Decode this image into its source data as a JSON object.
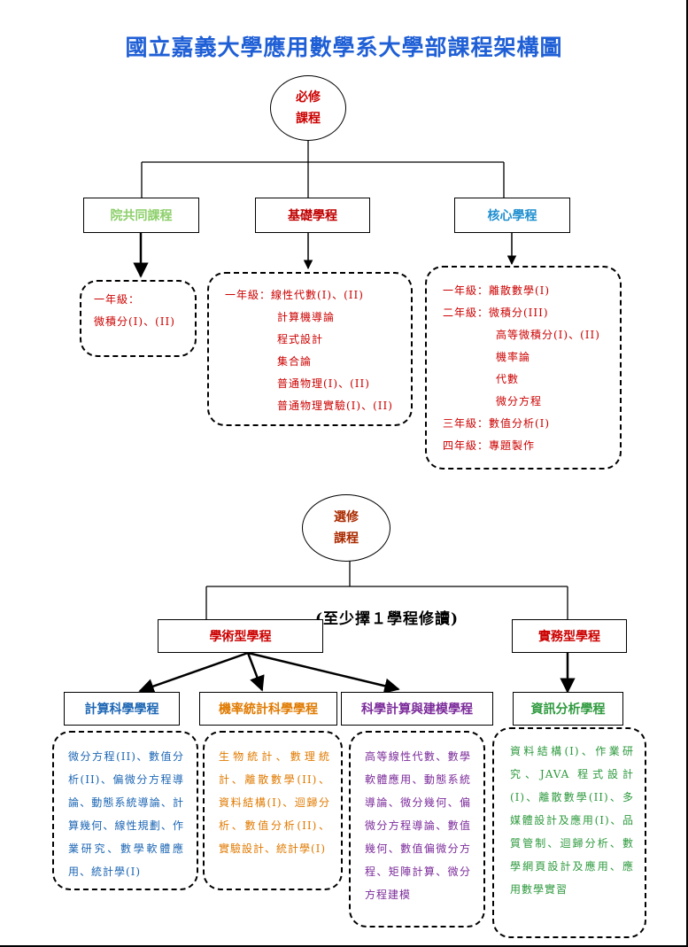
{
  "title": "國立嘉義大學應用數學系大學部課程架構圖",
  "colors": {
    "title": "#1f5fd6",
    "required": "#cc0000",
    "base_box": "#8ccf6a",
    "foundation": "#c00000",
    "core": "#1f8fd0",
    "elective": "#aa2a00",
    "comp": "#1c66b4",
    "stat": "#e07a00",
    "model": "#7b2a9a",
    "info": "#2e9a3e"
  },
  "required": {
    "node": [
      "必修",
      "課程"
    ],
    "branches": [
      {
        "label": "院共同課程",
        "rows": [
          {
            "text": "一年級："
          },
          {
            "text": "微積分(I)、(II)"
          }
        ]
      },
      {
        "label": "基礎學程",
        "rows": [
          {
            "text": "一年級：線性代數(I)、(II)"
          },
          {
            "text": "計算機導論",
            "indent": true
          },
          {
            "text": "程式設計",
            "indent": true
          },
          {
            "text": "集合論",
            "indent": true
          },
          {
            "text": "普通物理(I)、(II)",
            "indent": true
          },
          {
            "text": "普通物理實驗(I)、(II)",
            "indent": true
          }
        ]
      },
      {
        "label": "核心學程",
        "rows": [
          {
            "text": "一年級：離散數學(I)"
          },
          {
            "text": "二年級：微積分(III)"
          },
          {
            "text": "高等微積分(I)、(II)",
            "indent": true
          },
          {
            "text": "機率論",
            "indent": true
          },
          {
            "text": "代數",
            "indent": true
          },
          {
            "text": "微分方程",
            "indent": true
          },
          {
            "text": "三年級：數值分析(I)"
          },
          {
            "text": "四年級：專題製作"
          }
        ]
      }
    ]
  },
  "elective": {
    "node": [
      "選修",
      "課程"
    ],
    "note": "(至少擇１學程修讀)",
    "academic": {
      "label": "學術型學程",
      "programs": [
        {
          "label": "計算科學學程",
          "courses": "微分方程(II)、數值分析(II)、偏微分方程導論、動態系統導論、計算幾何、線性規劃、作業研究、數學軟體應用、統計學(I)"
        },
        {
          "label": "機率統計科學學程",
          "courses": "生物統計、數理統計、離散數學(II)、資料結構(I)、迴歸分析、數值分析(II)、實驗設計、統計學(I)"
        },
        {
          "label": "科學計算與建模學程",
          "courses": "高等線性代數、數學軟體應用、動態系統導論、微分幾何、偏微分方程導論、數值幾何、數值偏微分方程、矩陣計算、微分方程建模"
        }
      ]
    },
    "practical": {
      "label": "實務型學程",
      "programs": [
        {
          "label": "資訊分析學程",
          "courses": "資料結構(I)、作業研究、JAVA 程式設計(I)、離散數學(II)、多媒體設計及應用(I)、品質管制、迴歸分析、數學網頁設計及應用、應用數學實習"
        }
      ]
    }
  }
}
